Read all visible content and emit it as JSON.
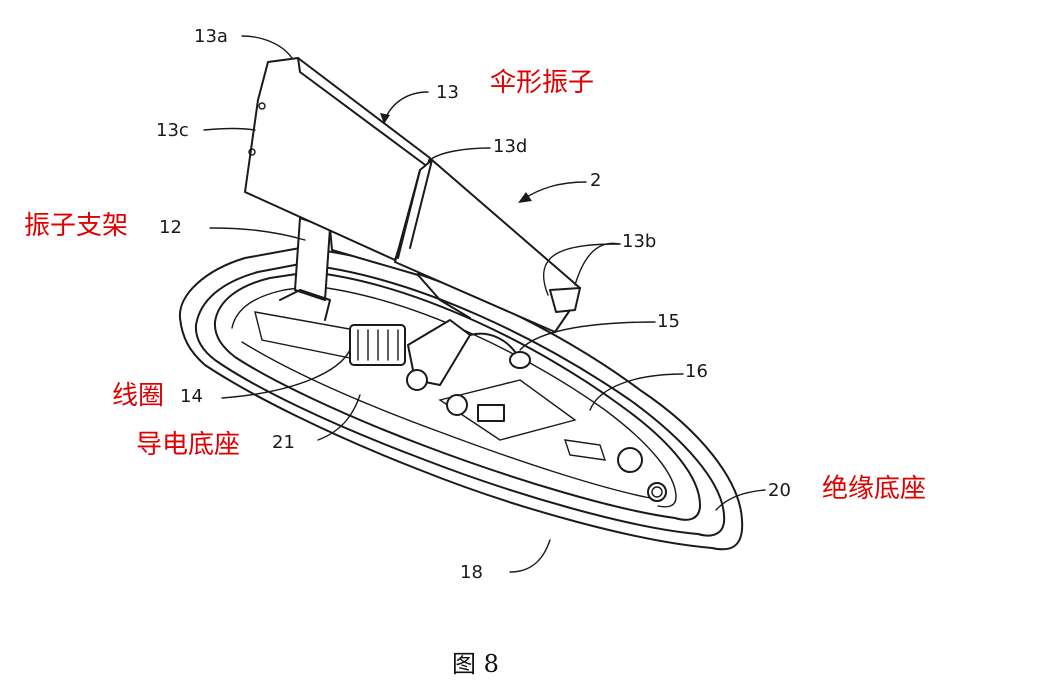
{
  "labels": {
    "l13a": "13a",
    "l13": "13",
    "l13c": "13c",
    "l13d": "13d",
    "l2": "2",
    "l12": "12",
    "l13b": "13b",
    "l15": "15",
    "l16": "16",
    "l14": "14",
    "l21": "21",
    "l20": "20",
    "l18": "18"
  },
  "annotations": {
    "umbrella_element": "伞形振子",
    "element_bracket": "振子支架",
    "coil": "线圈",
    "conductive_base": "导电底座",
    "insulating_base": "绝缘底座"
  },
  "caption": "图 8",
  "colors": {
    "annotation": "#e00000",
    "line": "#1a1a1a"
  }
}
